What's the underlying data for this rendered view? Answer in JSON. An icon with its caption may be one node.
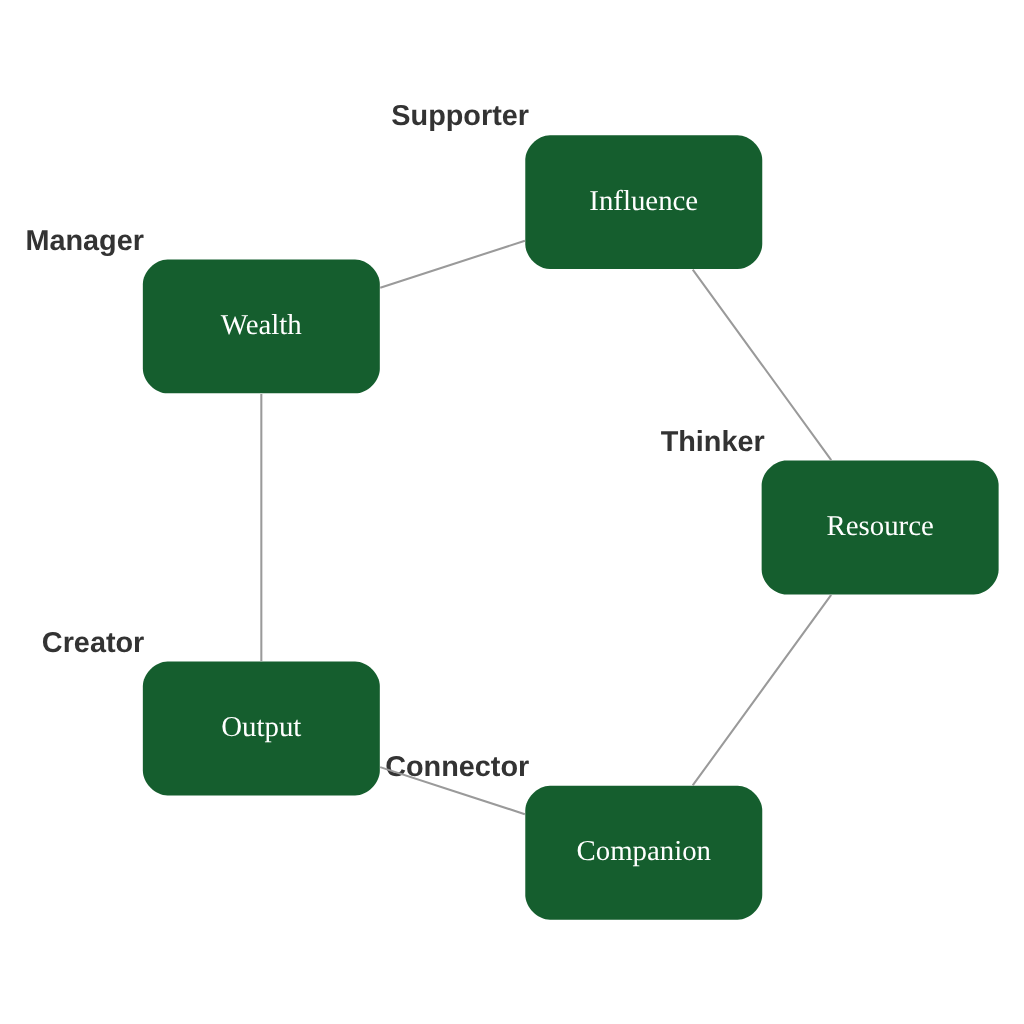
{
  "diagram": {
    "nodes": [
      {
        "text": [
          "Companion"
        ],
        "beside": [
          "Connector"
        ]
      },
      {
        "text": [
          "Resource"
        ],
        "beside": [
          "Thinker"
        ]
      },
      {
        "text": [
          "Output"
        ],
        "beside": [
          "Creator"
        ]
      },
      {
        "text": [
          "Influence"
        ],
        "beside": [
          "Supporter"
        ]
      },
      {
        "text": [
          "Wealth"
        ],
        "beside": [
          "Manager"
        ]
      }
    ],
    "edges": [
      {
        "from": 0,
        "to": 2,
        "arrow": "none"
      },
      {
        "from": 2,
        "to": 4,
        "arrow": "none"
      },
      {
        "from": 4,
        "to": 3,
        "arrow": "none"
      },
      {
        "from": 3,
        "to": 1,
        "arrow": "none"
      },
      {
        "from": 1,
        "to": 0,
        "arrow": "none"
      }
    ]
  }
}
